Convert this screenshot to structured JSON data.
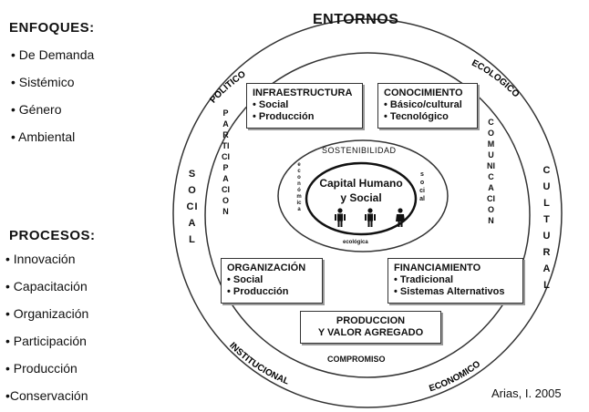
{
  "left": {
    "enfoques_title": "ENFOQUES:",
    "enfoques": [
      "• De Demanda",
      "• Sistémico",
      "• Género",
      "• Ambiental"
    ],
    "procesos_title": "PROCESOS:",
    "procesos": [
      "• Innovación",
      "• Capacitación",
      "• Organización",
      "• Participación",
      "• Producción",
      "•Conservación"
    ]
  },
  "diagram": {
    "entornos": "ENTORNOS",
    "outer_labels": {
      "politico": "POLITICO",
      "ecologico": "ECOLOGICO",
      "social": "SOCIAL",
      "cultural": "CULTURAL",
      "institucional": "INSTITUCIONAL",
      "economico": "ECONOMICO"
    },
    "inner_vertical": {
      "participacion": "PARTICIPACION",
      "comunicacion": "COMUNICACION"
    },
    "boxes": {
      "infraestructura": {
        "title": "INFRAESTRUCTURA",
        "items": [
          "Social",
          "Producción"
        ]
      },
      "conocimiento": {
        "title": "CONOCIMIENTO",
        "items": [
          "Básico/cultural",
          "Tecnológico"
        ]
      },
      "organizacion": {
        "title": "ORGANIZACIÓN",
        "items": [
          "Social",
          "Producción"
        ]
      },
      "financiamiento": {
        "title": "FINANCIAMIENTO",
        "items": [
          "Tradicional",
          "Sistemas Alternativos"
        ]
      },
      "produccion": {
        "line1": "PRODUCCION",
        "line2": "Y VALOR AGREGADO"
      }
    },
    "compromiso": "COMPROMISO",
    "core": {
      "sostenibilidad": "SOSTENIBILIDAD",
      "economica": "económica",
      "social": "social",
      "ecologica": "ecológica",
      "capital_line1": "Capital Humano",
      "capital_line2": "y Social"
    }
  },
  "author": "Arias, I. 2005",
  "colors": {
    "stroke": "#333333",
    "shadow": "#999999"
  }
}
